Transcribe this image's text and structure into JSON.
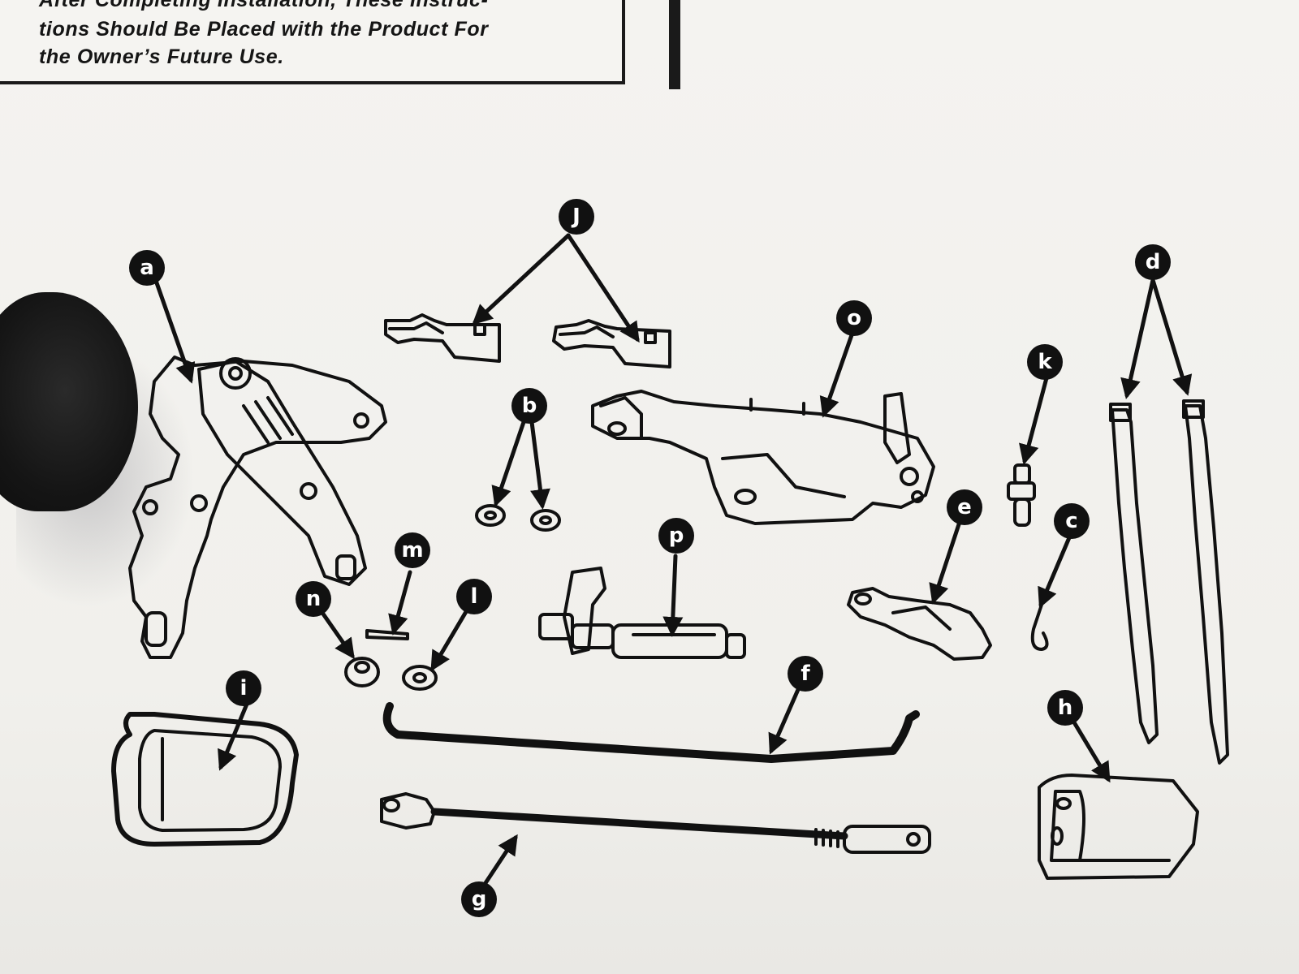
{
  "notice": {
    "line1": "After Completing Installation, These Instruc-",
    "line2": "tions Should Be Placed with the Product For",
    "line3": "the Owner’s Future Use."
  },
  "part_labels": {
    "a": "a",
    "b": "b",
    "c": "c",
    "d": "d",
    "e": "e",
    "f": "f",
    "g": "g",
    "h": "h",
    "i": "i",
    "j": "J",
    "k": "k",
    "l": "l",
    "m": "m",
    "n": "n",
    "o": "o",
    "p": "p"
  },
  "colors": {
    "ink": "#111111",
    "paper": "#f2f1ed",
    "label_fill": "#111111",
    "label_text": "#ffffff"
  }
}
